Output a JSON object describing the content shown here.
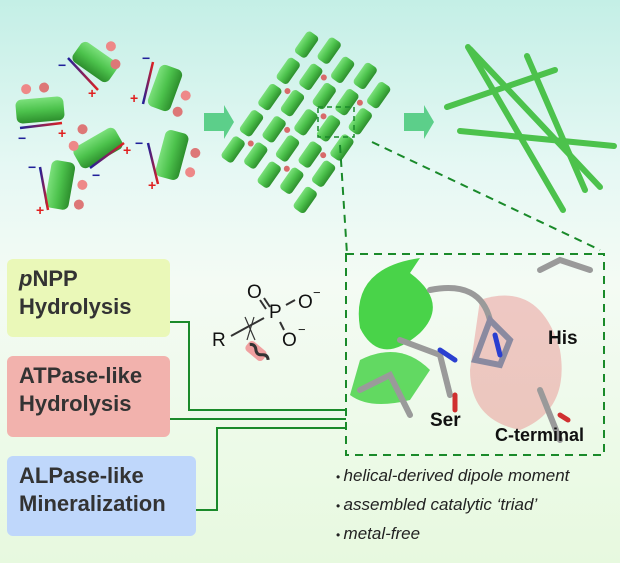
{
  "activities": [
    {
      "prefix": "p",
      "line1": "NPP",
      "line2": "Hydrolysis"
    },
    {
      "line1": "ATPase-like",
      "line2": "Hydrolysis"
    },
    {
      "line1": "ALPase-like",
      "line2": "Mineralization"
    }
  ],
  "structure_labels": {
    "his": "His",
    "ser": "Ser",
    "cterm": "C-terminal"
  },
  "chem": {
    "r": "R",
    "p": "P",
    "o_top": "O",
    "o_right": "O",
    "o_bottom": "O",
    "charge": "−"
  },
  "features": [
    "helical-derived dipole moment",
    "assembled catalytic ‘triad’",
    "metal-free"
  ],
  "colors": {
    "helix_green": "#4cc24c",
    "arrow_green": "#5ccf8a",
    "line_green": "#1a8a2a",
    "plus_red": "#e02020",
    "minus_blue": "#20209a"
  }
}
